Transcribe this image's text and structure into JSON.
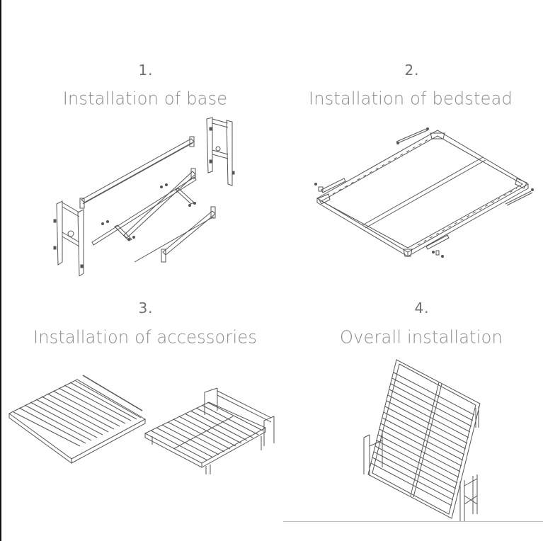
{
  "document": {
    "steps": [
      {
        "number": "1.",
        "title": "Installation of base",
        "illustration": "base-frame-exploded"
      },
      {
        "number": "2.",
        "title": "Installation of bedstead",
        "illustration": "bedstead-frame-exploded"
      },
      {
        "number": "3.",
        "title": "Installation of accessories",
        "illustration": "slatted-bed-frames"
      },
      {
        "number": "4.",
        "title": "Overall installation",
        "illustration": "folding-wall-bed-assembled"
      }
    ]
  },
  "colors": {
    "number_text": "#6f6f6f",
    "title_text": "#8a8a8a",
    "line_art": "#555555",
    "left_border": "#111111",
    "rule": "#bdbdbd"
  }
}
